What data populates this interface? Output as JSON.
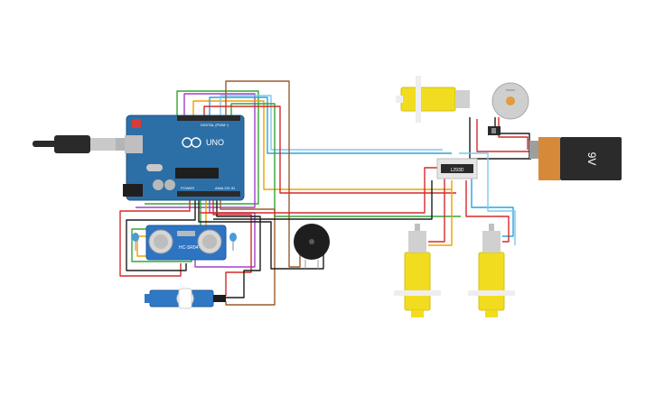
{
  "arduino": {
    "logo": "UNO",
    "digital_label": "DIGITAL (PWM~)",
    "power_label": "POWER",
    "analog_label": "ANALOG IN"
  },
  "ultrasonic": {
    "model": "HC-SR04"
  },
  "driver": {
    "label": "L293D"
  },
  "battery": {
    "label": "9V"
  },
  "colors": {
    "board": "#2c6fa6",
    "motor_yellow": "#f1dc1f",
    "servo_blue": "#2f78c4",
    "battery_dark": "#2b2b2b",
    "battery_copper": "#d7893a"
  }
}
